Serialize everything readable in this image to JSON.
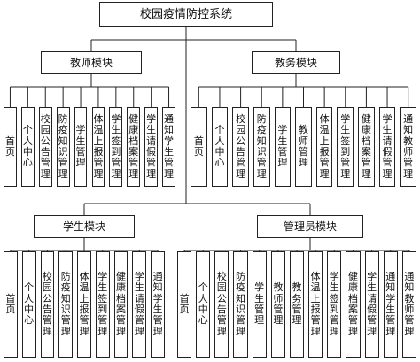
{
  "root": {
    "label": "校园疫情防控系统"
  },
  "modules": [
    {
      "label": "教师模块",
      "children": [
        "首页",
        "个人中心",
        "校园公告管理",
        "防疫知识管理",
        "学生管理",
        "体温上报管理",
        "学生签到管理",
        "健康档案管理",
        "学生请假管理",
        "通知学生管理"
      ]
    },
    {
      "label": "教务模块",
      "children": [
        "首页",
        "个人中心",
        "校园公告管理",
        "防疫知识管理",
        "学生管理",
        "教师管理",
        "体温上报管理",
        "学生签到管理",
        "健康档案管理",
        "学生请假管理",
        "通知教师管理"
      ]
    },
    {
      "label": "学生模块",
      "children": [
        "首页",
        "个人中心",
        "校园公告管理",
        "防疫知识管理",
        "体温上报管理",
        "学生签到管理",
        "健康档案管理",
        "学生请假管理",
        "通知学生管理"
      ]
    },
    {
      "label": "管理员模块",
      "children": [
        "首页",
        "个人中心",
        "校园公告管理",
        "防疫知识管理",
        "学生管理",
        "教师管理",
        "教务管理",
        "体温上报管理",
        "学生签到管理",
        "健康档案管理",
        "学生请假管理",
        "通知学生管理",
        "通知教师管理"
      ]
    }
  ]
}
